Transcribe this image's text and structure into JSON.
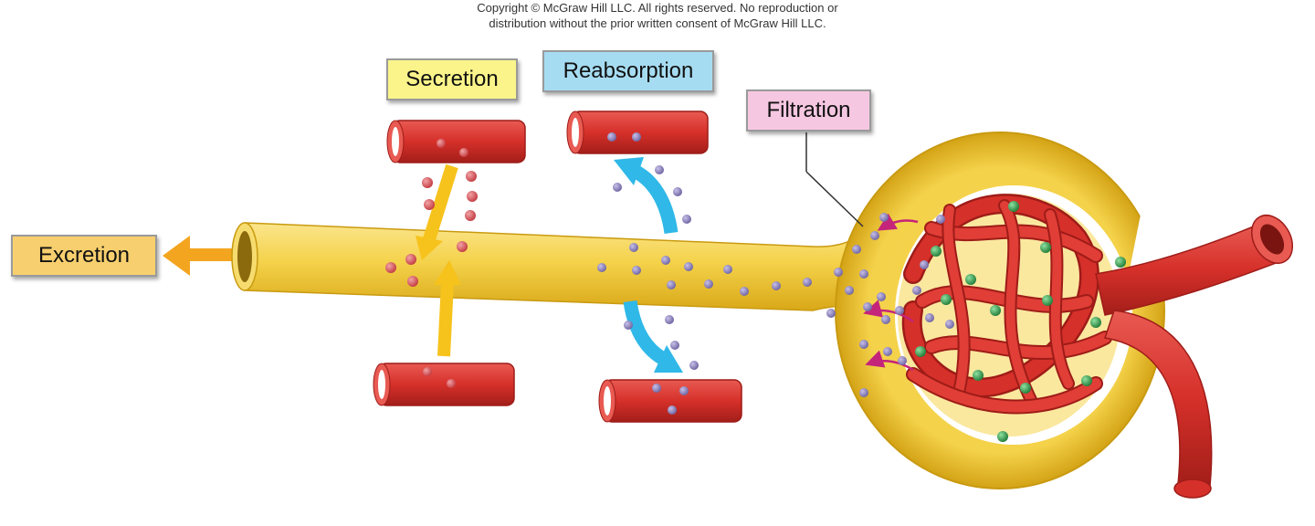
{
  "copyright": {
    "line1": "Copyright © McGraw Hill LLC. All rights reserved. No reproduction or",
    "line2": "distribution without the prior written consent of McGraw Hill LLC."
  },
  "labels": {
    "secretion": "Secretion",
    "reabsorption": "Reabsorption",
    "filtration": "Filtration",
    "excretion": "Excretion"
  },
  "colors": {
    "tubule": "#f4d24a",
    "tubule_dark": "#c99a10",
    "vessel": "#d6302a",
    "vessel_dark": "#9e1c18",
    "secretion_arrow": "#f6c21c",
    "reabsorption_arrow": "#2fb8e8",
    "excretion_arrow": "#f4a520",
    "filtration_arrow": "#c4247a",
    "solute_red": "#d4555a",
    "solute_purple": "#8a7fb8",
    "solute_green": "#2f9a4a"
  }
}
